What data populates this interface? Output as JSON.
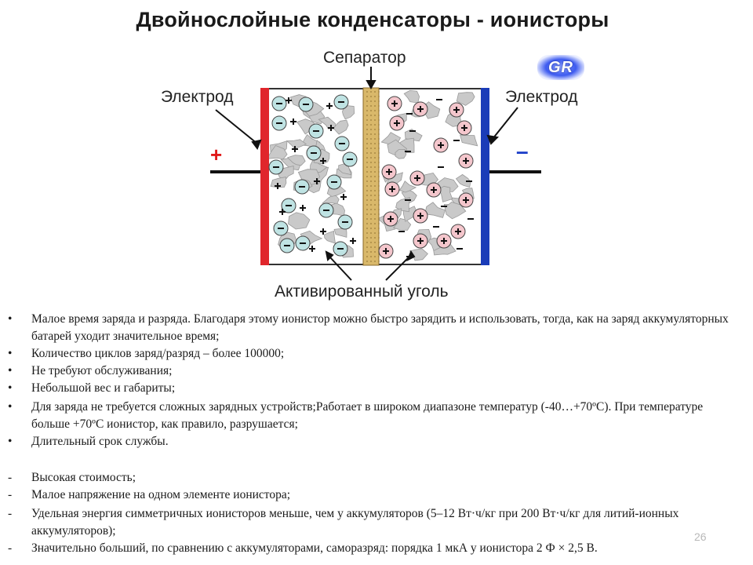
{
  "title": "Двойнослойные конденсаторы - ионисторы",
  "diagram": {
    "separator_label": "Сепаратор",
    "electrode_left_label": "Электрод",
    "electrode_right_label": "Электрод",
    "carbon_label": "Активированный уголь",
    "plus_terminal": "+",
    "minus_terminal": "–",
    "logo_text": "GR",
    "colors": {
      "positive_electrode": "#e0262c",
      "negative_electrode": "#1a3cb8",
      "separator": "#d9b86a",
      "anion_fill": "#bfe3e3",
      "cation_fill": "#f4c6cc"
    }
  },
  "advantages": [
    "Малое время заряда и разряда. Благодаря этому ионистор можно быстро зарядить и использовать, тогда, как на заряд аккумуляторных батарей уходит значительное время;",
    "Количество циклов заряд/разряд – более 100000;",
    "Не требуют обслуживания;",
    "Небольшой вес и габариты;",
    "Для заряда не требуется сложных зарядных устройств;Работает в широком диапазоне температур (-40…+70ºС). При температуре больше +70ºС ионистор, как правило, разрушается;",
    "Длительный срок службы."
  ],
  "disadvantages": [
    "Высокая стоимость;",
    "Малое напряжение на одном элементе ионистора;",
    "Удельная энергия симметричных ионисторов меньше, чем у аккумуляторов (5–12 Вт·ч/кг при 200 Вт·ч/кг для литий-ионных аккумуляторов);",
    "Значительно больший, по сравнению с аккумуляторами, саморазряд: порядка 1 мкА у ионистора 2 Ф × 2,5 В."
  ],
  "markers": {
    "advantage": "•",
    "disadvantage": "-"
  },
  "page_number": "26"
}
